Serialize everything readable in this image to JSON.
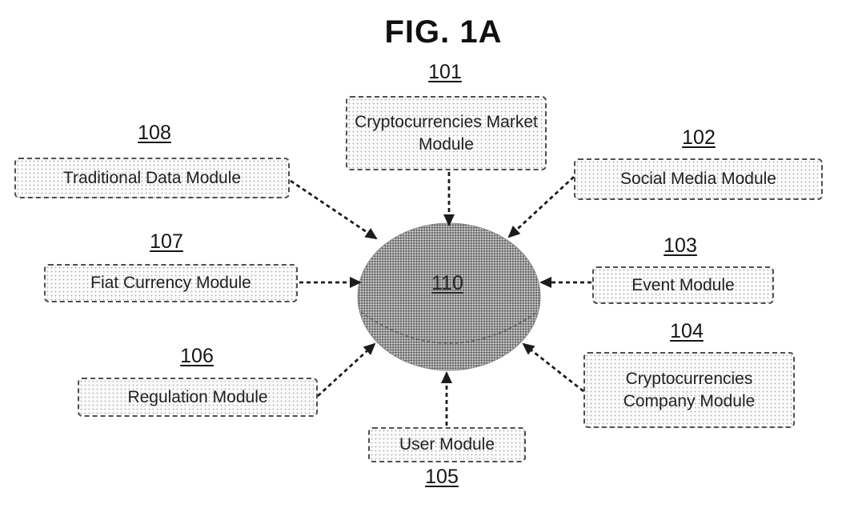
{
  "figure": {
    "title": "FIG. 1A",
    "type": "hub-and-spoke module diagram"
  },
  "hub": {
    "ref": "110"
  },
  "modules": [
    {
      "ref": "101",
      "label": "Cryptocurrencies Market Module"
    },
    {
      "ref": "102",
      "label": "Social Media Module"
    },
    {
      "ref": "103",
      "label": "Event Module"
    },
    {
      "ref": "104",
      "label": "Cryptocurrencies Company Module"
    },
    {
      "ref": "105",
      "label": "User Module"
    },
    {
      "ref": "106",
      "label": "Regulation Module"
    },
    {
      "ref": "107",
      "label": "Fiat Currency Module"
    },
    {
      "ref": "108",
      "label": "Traditional Data Module"
    }
  ],
  "connections": [
    {
      "from": "101",
      "to": "110",
      "style": "dashed-arrow"
    },
    {
      "from": "102",
      "to": "110",
      "style": "dashed-arrow"
    },
    {
      "from": "103",
      "to": "110",
      "style": "dashed-arrow"
    },
    {
      "from": "104",
      "to": "110",
      "style": "dashed-arrow"
    },
    {
      "from": "105",
      "to": "110",
      "style": "dashed-arrow"
    },
    {
      "from": "106",
      "to": "110",
      "style": "dashed-arrow"
    },
    {
      "from": "107",
      "to": "110",
      "style": "dashed-arrow"
    },
    {
      "from": "108",
      "to": "110",
      "style": "dashed-arrow"
    }
  ],
  "colors": {
    "line": "#1c1c1c",
    "hub_fill_dark": "#636363",
    "hub_fill_light": "#d4d4d4",
    "box_border": "#4f4f4f",
    "text": "#212121"
  }
}
